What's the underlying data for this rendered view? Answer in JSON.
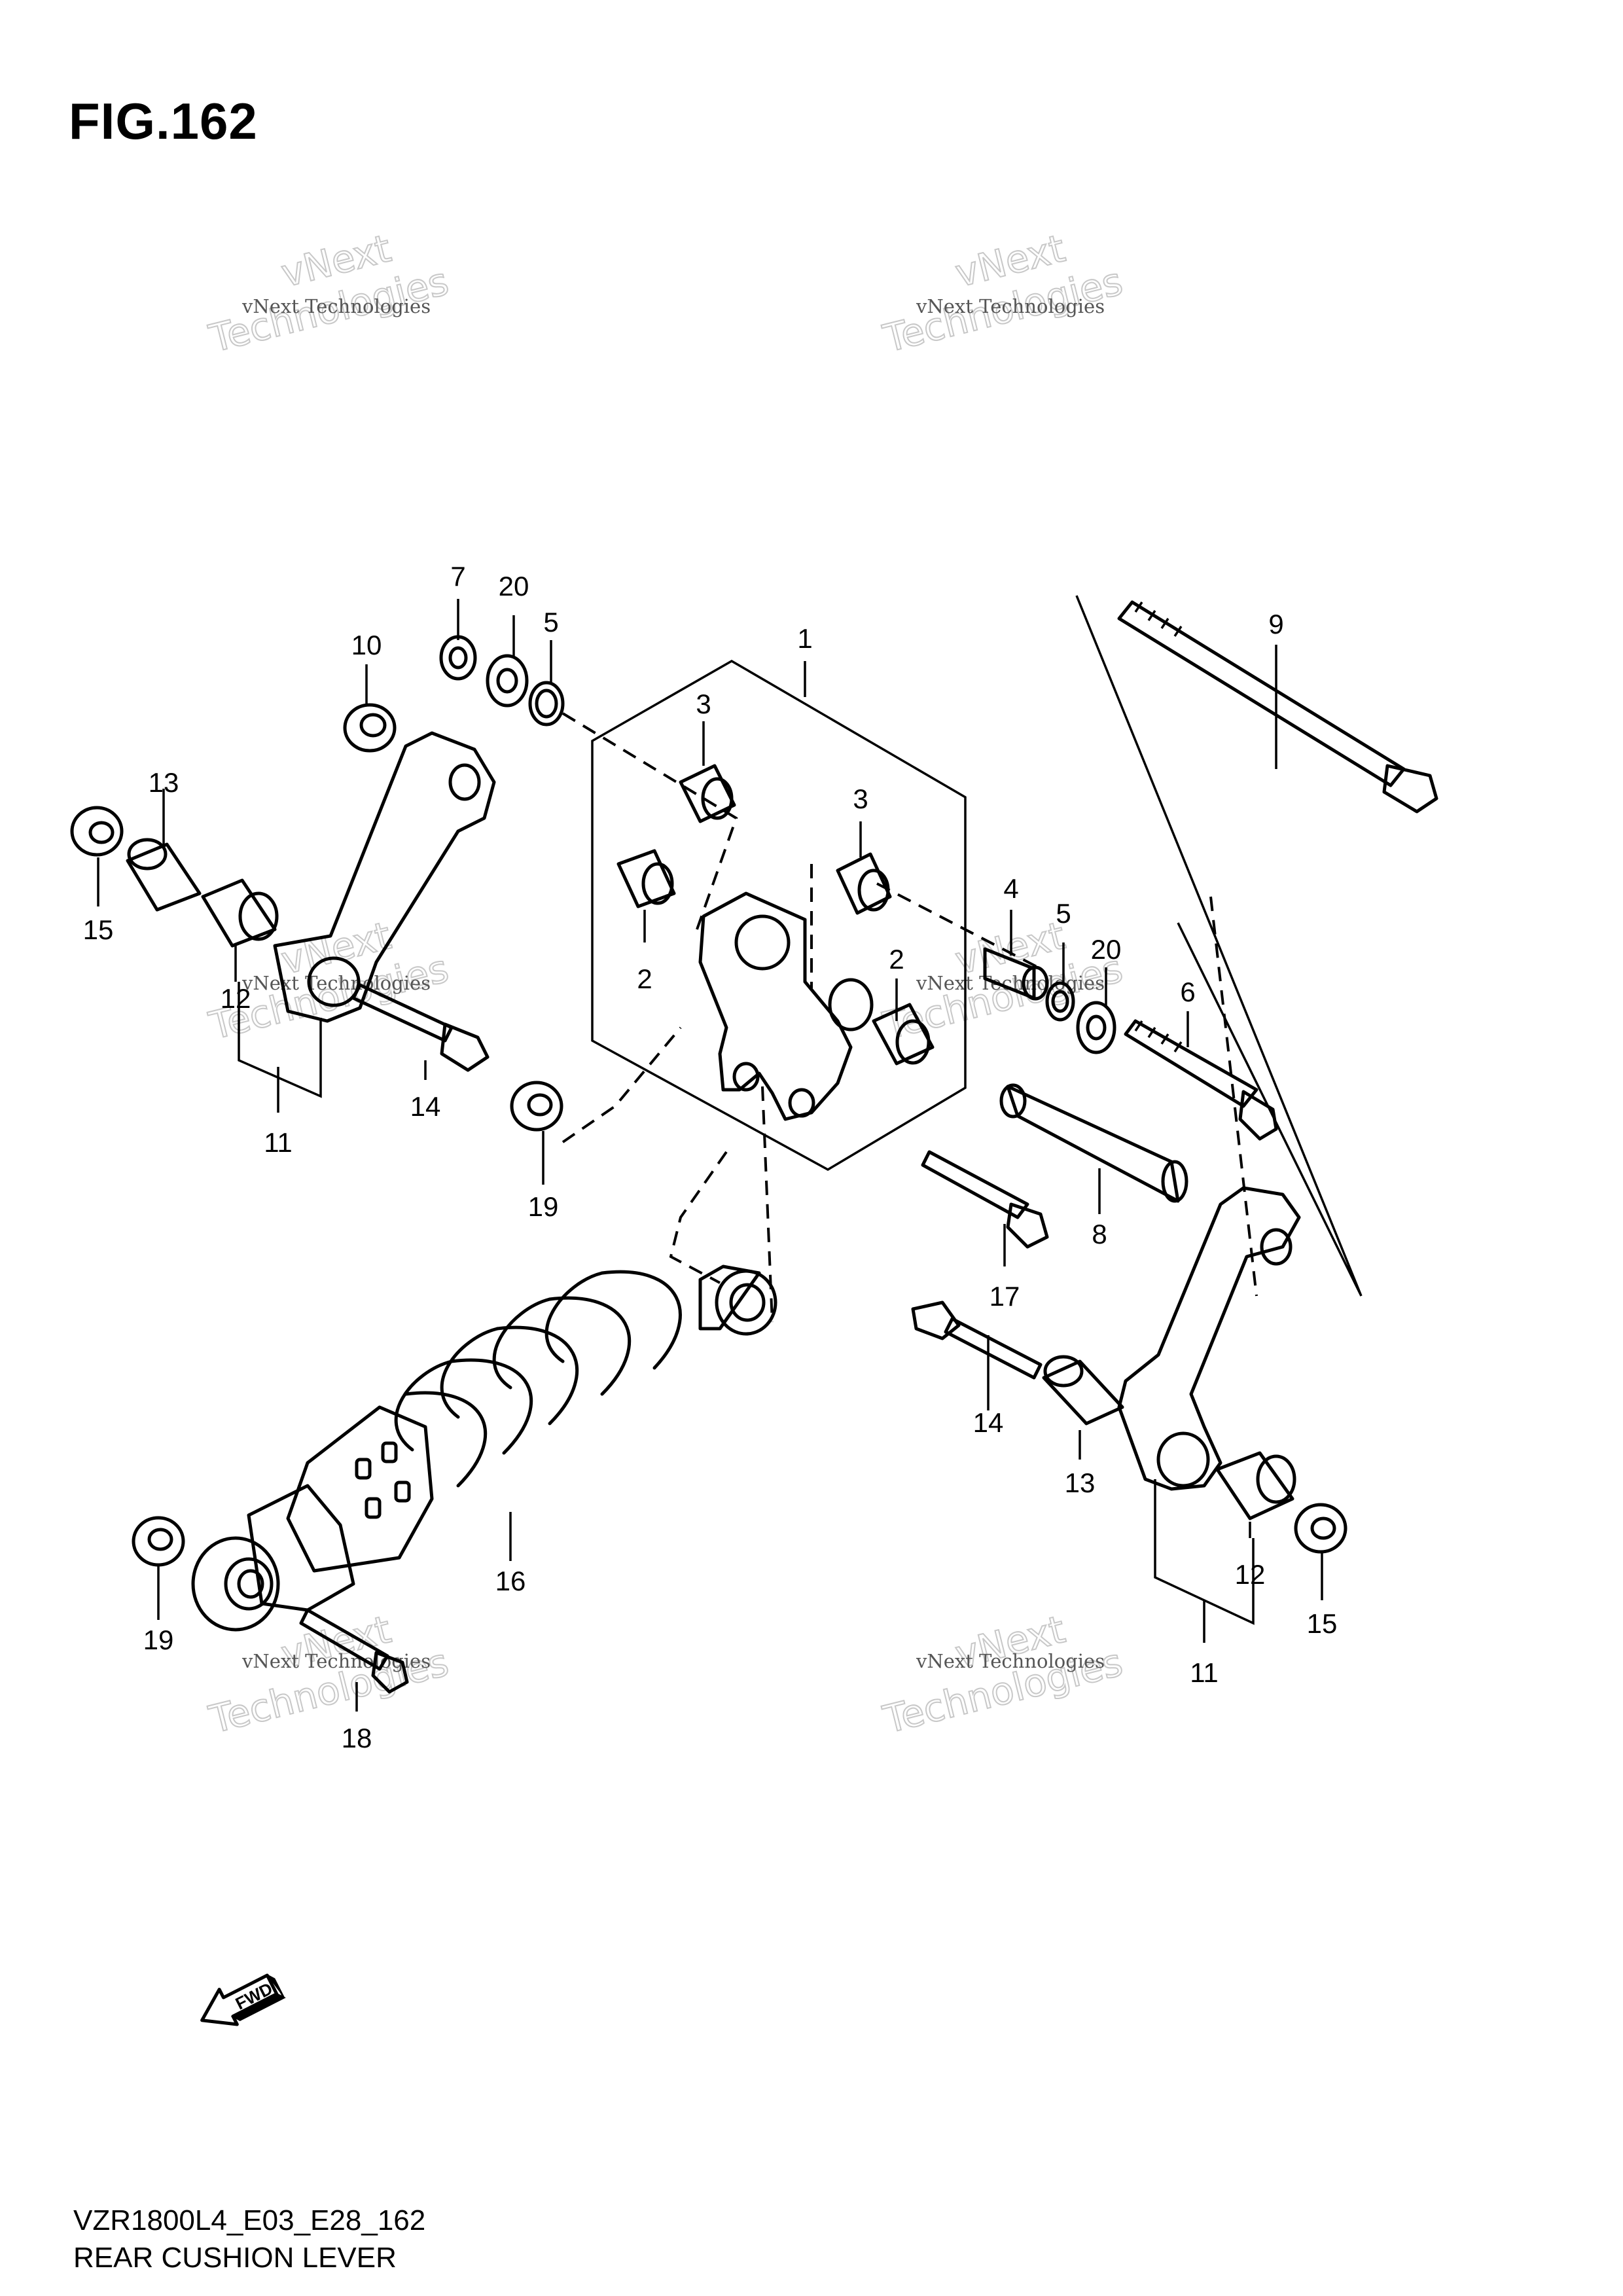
{
  "figure": {
    "title": "FIG.162",
    "model_code": "VZR1800L4_E03_E28_162",
    "name": "REAR CUSHION LEVER"
  },
  "watermark": {
    "line1": "vNext Technologies",
    "line2": "vNext",
    "line3": "Technologies"
  },
  "fwd_label": "FWD",
  "callouts": [
    "1",
    "2",
    "2",
    "3",
    "3",
    "4",
    "5",
    "5",
    "6",
    "7",
    "8",
    "9",
    "10",
    "11",
    "11",
    "12",
    "12",
    "13",
    "13",
    "14",
    "14",
    "15",
    "15",
    "16",
    "17",
    "18",
    "19",
    "19",
    "20",
    "20"
  ]
}
